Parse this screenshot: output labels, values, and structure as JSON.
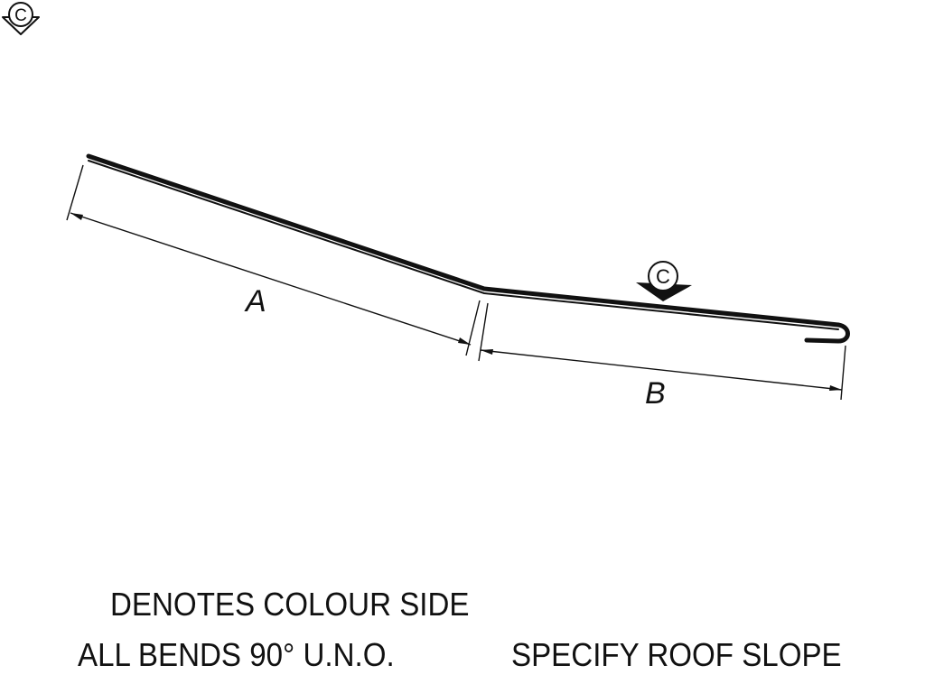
{
  "drawing": {
    "dimension_a_label": "A",
    "dimension_b_label": "B",
    "colour_marker_letter": "C"
  },
  "notes": {
    "colour_side": "DENOTES COLOUR SIDE",
    "legend_marker_letter": "C",
    "bends": "ALL BENDS 90° U.N.O.",
    "roof_slope": "SPECIFY ROOF SLOPE"
  },
  "colors": {
    "line": "#111111",
    "background": "#ffffff"
  }
}
